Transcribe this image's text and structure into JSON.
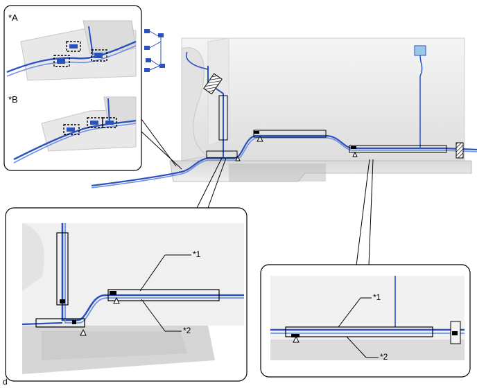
{
  "insets": {
    "a_label": "*A",
    "b_label": "*B"
  },
  "callouts": {
    "left_star1": "*1",
    "left_star2": "*2",
    "right_star1": "*1",
    "right_star2": "*2"
  },
  "footer": {
    "code": "d"
  },
  "colors": {
    "harness": "#2a52be",
    "harness_light": "#6f8fe0",
    "body_panel": "#ececec",
    "body_dark": "#c9c9c9",
    "frame": "#000000"
  }
}
